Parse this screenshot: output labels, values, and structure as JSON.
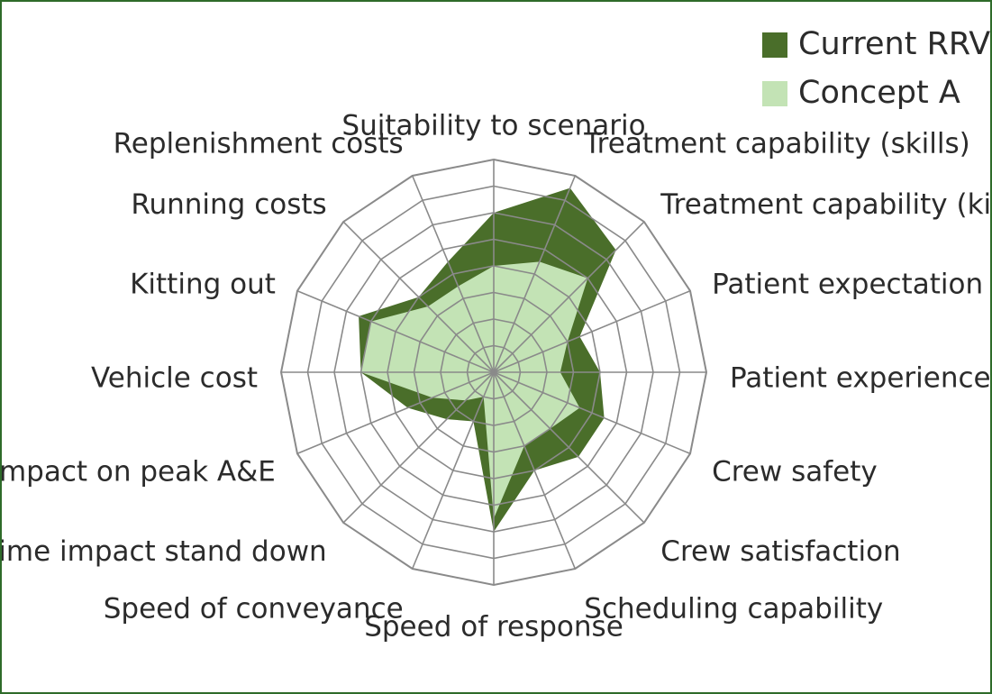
{
  "chart_data": {
    "type": "radar",
    "title": "",
    "axes": [
      "Suitability to scenario",
      "Treatment capability (skills)",
      "Treatment capability (kit)",
      "Patient expectation",
      "Patient experience",
      "Crew safety",
      "Crew satisfaction",
      "Scheduling capability",
      "Speed of response",
      "Speed of conveyance",
      "Time impact stand down",
      "Impact on peak A&E",
      "Vehicle cost",
      "Kitting out",
      "Running costs",
      "Replenishment costs"
    ],
    "range": [
      0,
      8
    ],
    "rings": 8,
    "legend_position": "top-right",
    "series": [
      {
        "name": "Current RRV",
        "color": "#4a6e2a",
        "values": [
          6,
          7.5,
          6.5,
          3.5,
          4,
          4.5,
          4.5,
          4,
          6,
          2,
          2.5,
          3.5,
          5,
          5.5,
          4,
          4.5
        ]
      },
      {
        "name": "Concept A",
        "color": "#c3e3b5",
        "values": [
          4,
          4.5,
          5,
          3,
          2.5,
          3.5,
          3,
          3,
          5.5,
          1,
          1.5,
          2.5,
          5,
          5,
          3.5,
          3.5
        ]
      }
    ]
  }
}
